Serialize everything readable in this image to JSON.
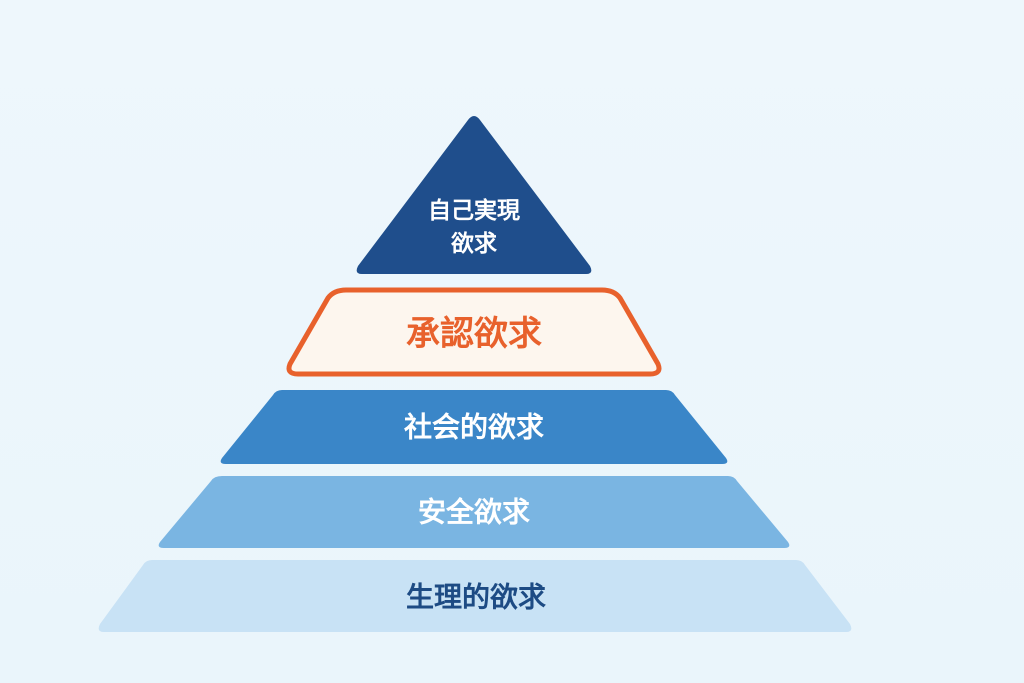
{
  "pyramid": {
    "levels": [
      {
        "id": "self-actualization",
        "line1": "自己実現",
        "line2": "欲求",
        "fill": "#1f4e8c",
        "text_color": "#ffffff"
      },
      {
        "id": "esteem",
        "label": "承認欲求",
        "fill": "#fdf6ee",
        "stroke": "#e8612c",
        "text_color": "#e8612c",
        "highlighted": true
      },
      {
        "id": "social",
        "label": "社会的欲求",
        "fill": "#3a86c8",
        "text_color": "#ffffff"
      },
      {
        "id": "safety",
        "label": "安全欲求",
        "fill": "#7ab5e2",
        "text_color": "#ffffff"
      },
      {
        "id": "physiological",
        "label": "生理的欲求",
        "fill": "#c8e2f5",
        "text_color": "#1d4b84"
      }
    ]
  }
}
